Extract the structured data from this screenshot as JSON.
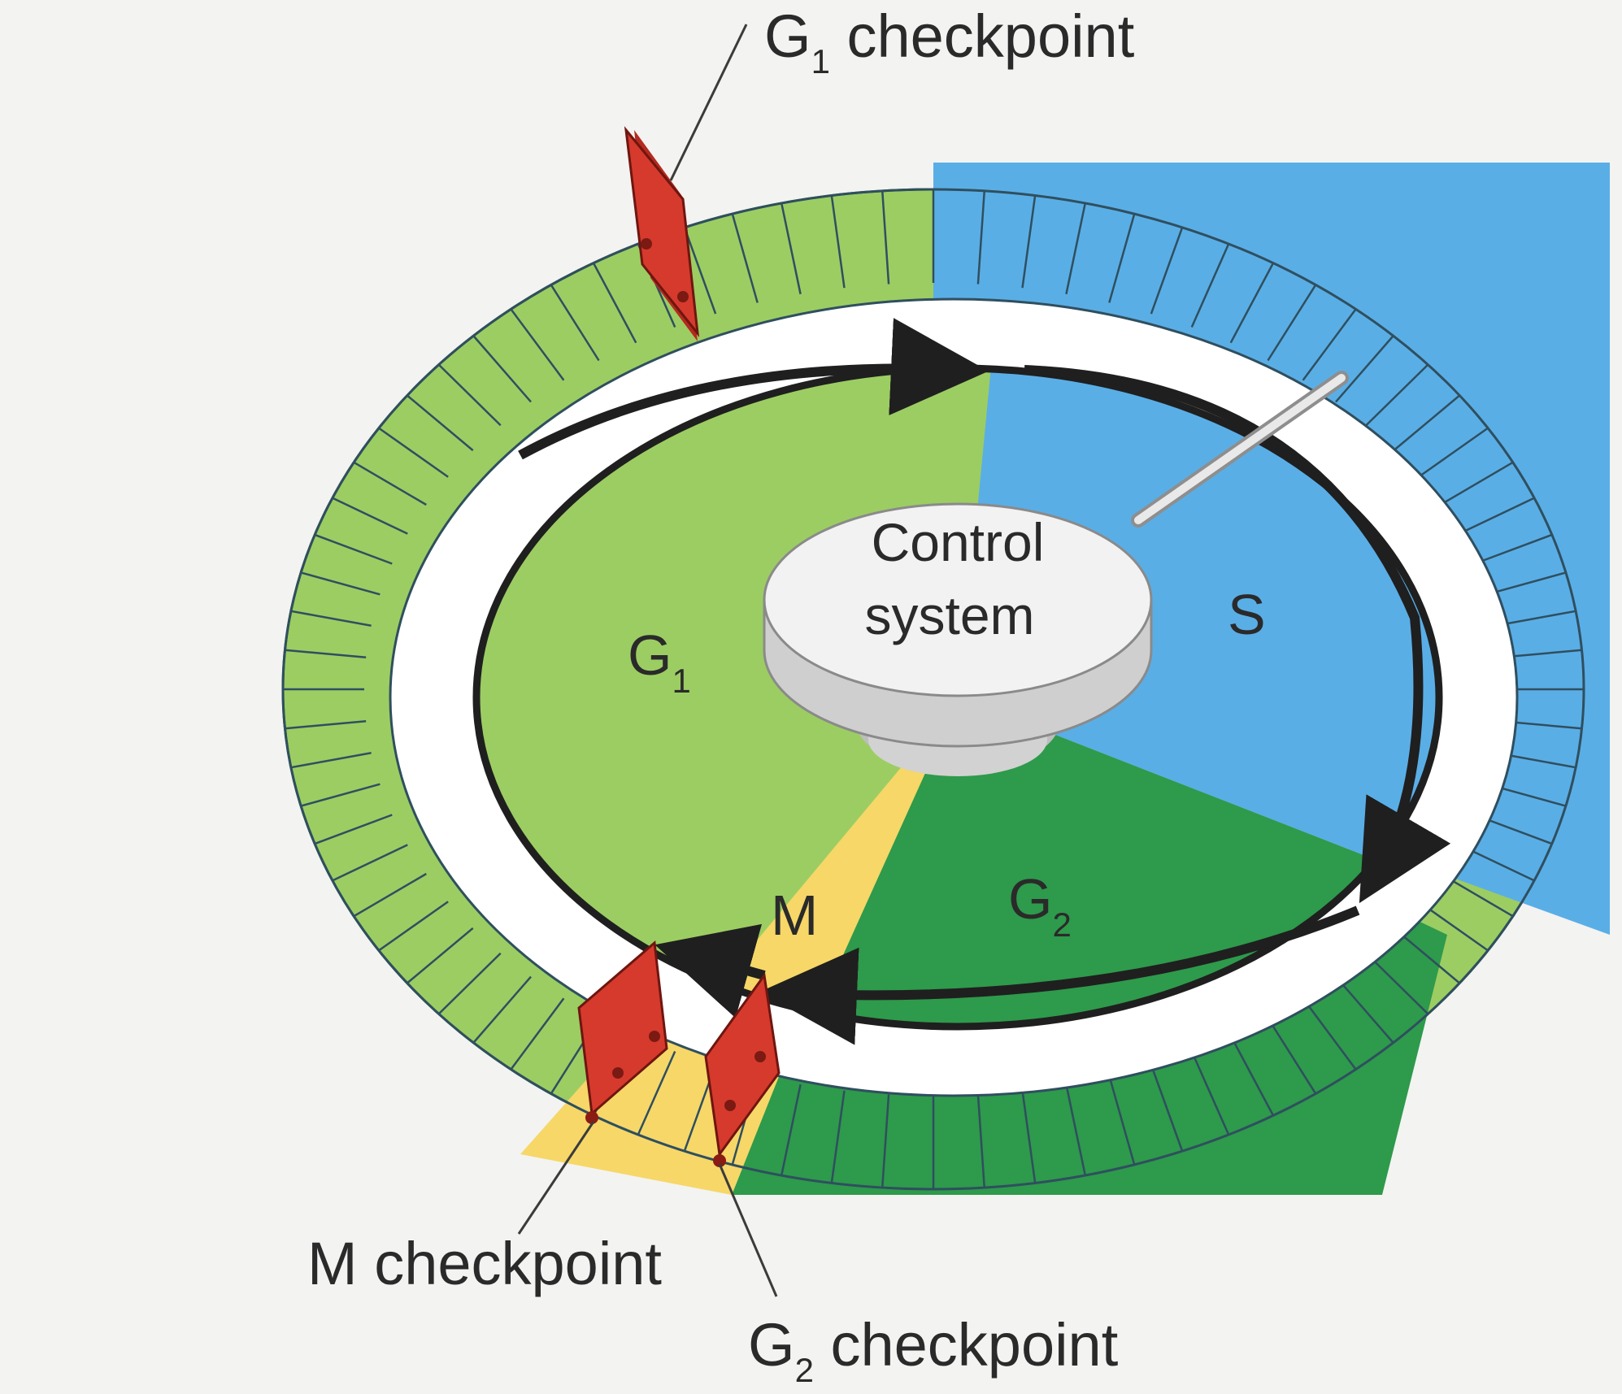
{
  "labels": {
    "g1_checkpoint": {
      "main": "G",
      "sub": "1",
      "rest": " checkpoint"
    },
    "m_checkpoint": "M checkpoint",
    "g2_checkpoint": {
      "main": "G",
      "sub": "2",
      "rest": " checkpoint"
    },
    "control_line1": "Control",
    "control_line2": "system",
    "phase_g1": {
      "main": "G",
      "sub": "1"
    },
    "phase_s": "S",
    "phase_g2": {
      "main": "G",
      "sub": "2"
    },
    "phase_m": "M"
  },
  "colors": {
    "g1": "#9ccd63",
    "s": "#5aaee6",
    "g2": "#2e9a4b",
    "m": "#f6d768",
    "checkpoint": "#d63a2d",
    "arrow": "#1f1f1f"
  }
}
